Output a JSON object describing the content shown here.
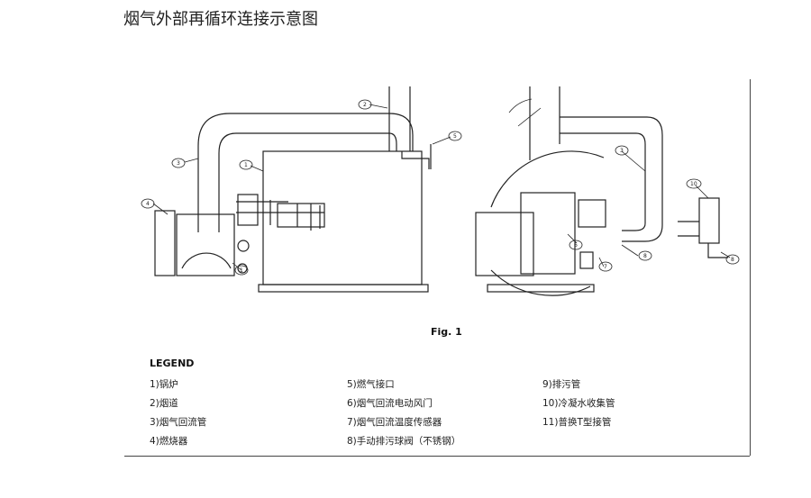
{
  "title": "烟气外部再循环连接示意图",
  "figure_label": "Fig. 1",
  "legend": {
    "heading": "LEGEND",
    "items": [
      "1)锅炉",
      "2)烟道",
      "3)烟气回流管",
      "4)燃烧器",
      "5)燃气接口",
      "6)烟气回流电动风门",
      "7)烟气回流温度传感器",
      "8)手动排污球阀（不锈钢）",
      "9)排污管",
      "10)冷凝水收集管",
      "11)普换T型接管"
    ]
  },
  "callouts": [
    "1",
    "2",
    "3",
    "4",
    "5",
    "1",
    "3",
    "6",
    "7",
    "8",
    "10",
    "8"
  ]
}
